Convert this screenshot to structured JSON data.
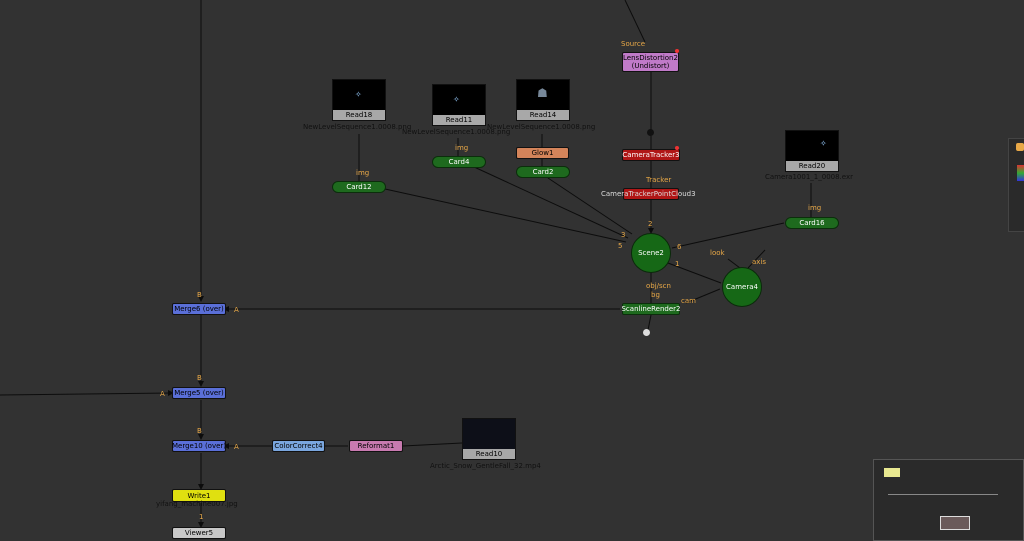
{
  "nodes": {
    "lensdistortion": {
      "label": "LensDistortion2\n(Undistort)",
      "input_label": "Source"
    },
    "cameratracker": {
      "label": "CameraTracker3"
    },
    "pointcloud": {
      "label": "CameraTrackerPointCloud3",
      "input_label": "Tracker"
    },
    "read18": {
      "label": "Read18",
      "file": "NewLevelSequence1.0008.png"
    },
    "read11": {
      "label": "Read11",
      "file": "NewLevelSequence1.0008.png"
    },
    "read14": {
      "label": "Read14",
      "file": "NewLevelSequence1.0008.png"
    },
    "read20": {
      "label": "Read20",
      "file": "Camera1001_1_0008.exr"
    },
    "read10": {
      "label": "Read10",
      "file": "Arctic_Snow_GentleFall_32.mp4"
    },
    "glow1": {
      "label": "Glow1"
    },
    "card12": {
      "label": "Card12",
      "input_label": "img"
    },
    "card4": {
      "label": "Card4",
      "input_label": "img"
    },
    "card2": {
      "label": "Card2"
    },
    "card16": {
      "label": "Card16",
      "input_label": "img"
    },
    "scene2": {
      "label": "Scene2"
    },
    "camera4": {
      "label": "Camera4",
      "input_label_look": "look",
      "input_label_axis": "axis"
    },
    "scanline": {
      "label": "ScanlineRender2",
      "input_obj": "obj/scn",
      "input_bg": "bg",
      "input_cam": "cam"
    },
    "merge6": {
      "label": "Merge6 (over)"
    },
    "merge5": {
      "label": "Merge5 (over)"
    },
    "merge10": {
      "label": "Merge10 (over)"
    },
    "colorcorrect4": {
      "label": "ColorCorrect4"
    },
    "reformat1": {
      "label": "Reformat1"
    },
    "write1": {
      "label": "Write1",
      "file": "yifang_machine007.jpg"
    },
    "viewer5": {
      "label": "Viewer5"
    }
  },
  "port_labels": {
    "a": "A",
    "b": "B",
    "one": "1",
    "two": "2",
    "three": "3",
    "five": "5",
    "six": "6"
  },
  "colors": {
    "background": "#323232",
    "card": "#1e6a1e",
    "merge": "#5a6fd8",
    "write": "#e0e010",
    "cameratracker": "#b01616",
    "lensdistortion": "#c07ac8",
    "glow": "#d4845a",
    "colorcorrect": "#7aa6de",
    "reformat": "#c87ab0",
    "label_text": "#e8a847"
  }
}
